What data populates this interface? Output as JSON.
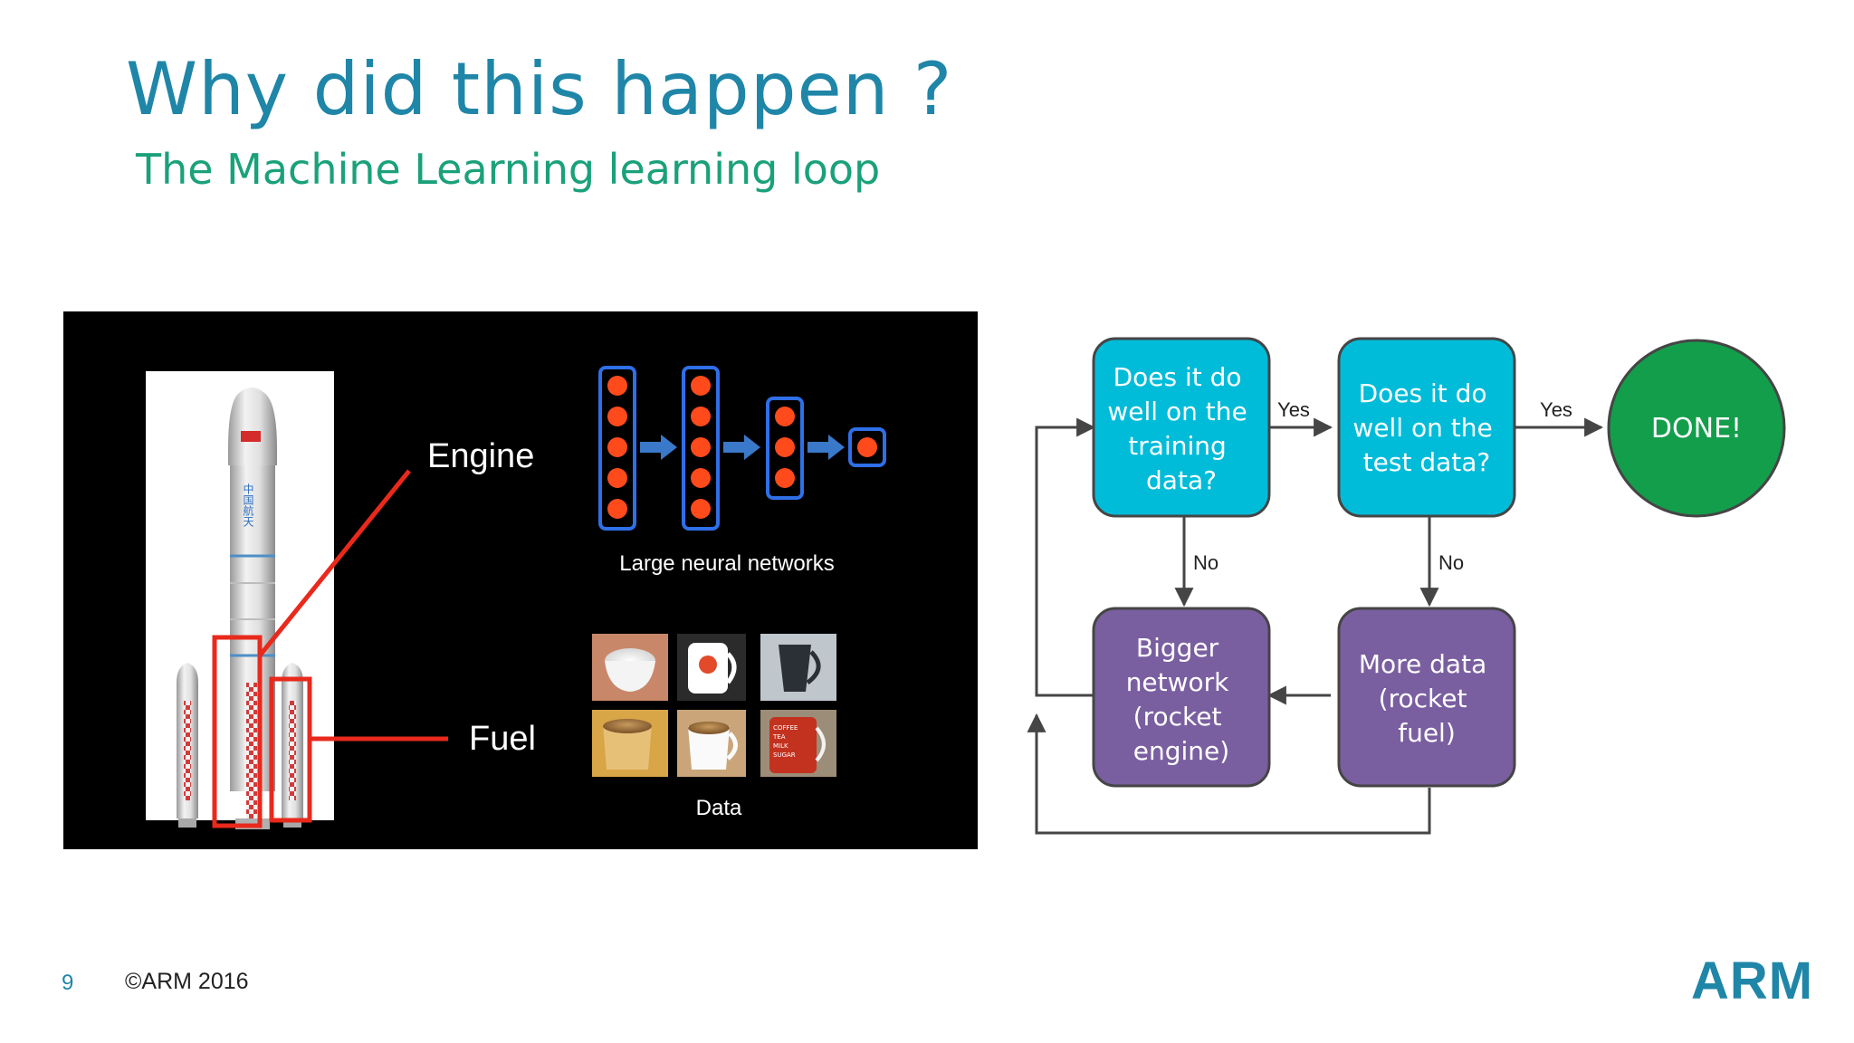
{
  "slide": {
    "title": "Why did this happen ?",
    "subtitle": "The Machine Learning learning loop",
    "page_number": "9",
    "copyright": "©ARM 2016",
    "logo": "ARM"
  },
  "left_panel": {
    "engine_label": "Engine",
    "fuel_label": "Fuel",
    "nn_caption": "Large neural networks",
    "data_caption": "Data",
    "rocket_badge_text": "中国航天",
    "mug_label_lines": [
      "COFFEE",
      "TEA",
      "MILK",
      "SUGAR"
    ],
    "colors": {
      "highlight_red": "#e8291c",
      "neuron_orange": "#ff4a1c",
      "layer_blue": "#2f6fe8",
      "arrow_blue": "#3a78c9"
    }
  },
  "flowchart": {
    "nodes": {
      "train_check": [
        "Does it do",
        "well on the",
        "training",
        "data?"
      ],
      "test_check": [
        "Does it do",
        "well on the",
        "test data?"
      ],
      "done": "DONE!",
      "bigger_network": [
        "Bigger",
        "network",
        "(rocket",
        "engine)"
      ],
      "more_data": [
        "More data",
        "(rocket",
        "fuel)"
      ]
    },
    "edges": {
      "yes_1": "Yes",
      "yes_2": "Yes",
      "no_1": "No",
      "no_2": "No"
    },
    "colors": {
      "question_fill": "#00bcd9",
      "action_fill": "#7a5fa0",
      "done_fill": "#139e4b",
      "stroke": "#454545"
    }
  }
}
